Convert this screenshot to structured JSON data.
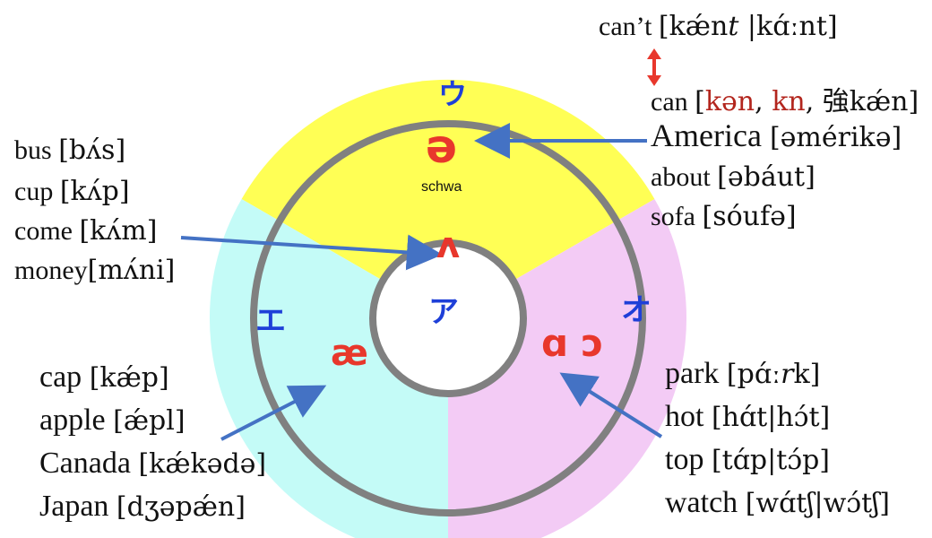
{
  "colors": {
    "schwa_region": "#ffff55",
    "ash_region": "#c4fbf7",
    "ao_region": "#f3cbf5",
    "ring": "#808080",
    "symbol": "#e8372c",
    "kana": "#1e3fd8",
    "arrow": "#4472c4",
    "highlight": "#b3261e"
  },
  "top_right": {
    "cant_word": "can’t",
    "cant_ipa_a": "[kǽn",
    "cant_ipa_t": "t",
    "cant_ipa_b": " |kɑ́ːnt]",
    "can_word": "can",
    "can_open": "[",
    "can_weak1": "kən",
    "can_sep1": ", ",
    "can_weak2": "kn",
    "can_sep2": ", ",
    "can_strong": "強kǽn]"
  },
  "schwa_words": [
    {
      "word": "America",
      "ipa": "[əmérikə]"
    },
    {
      "word": "about",
      "ipa": "[əbáut]"
    },
    {
      "word": "sofa",
      "ipa": "[sóufə]"
    }
  ],
  "wedge_words": [
    {
      "word": "bus",
      "ipa": "[bʌ́s]"
    },
    {
      "word": "cup",
      "ipa": "[kʌ́p]"
    },
    {
      "word": "come",
      "ipa": "[kʌ́m]"
    },
    {
      "word": "money",
      "ipa": "[mʌ́ni]"
    }
  ],
  "ash_words": [
    {
      "word": "cap",
      "ipa": "[kǽp]"
    },
    {
      "word": "apple",
      "ipa": "[ǽpl]"
    },
    {
      "word": "Canada",
      "ipa": "[kǽkədə]"
    },
    {
      "word": "Japan",
      "ipa": "[dʒəpǽn]"
    }
  ],
  "ao_words": [
    {
      "word": "park",
      "ipa_a": "[pɑ́ː",
      "ipa_r": "r",
      "ipa_b": "k]"
    },
    {
      "word": "hot",
      "ipa_a": "[hɑ́t|hɔ́t]",
      "ipa_r": "",
      "ipa_b": ""
    },
    {
      "word": "top",
      "ipa_a": "[tɑ́p|tɔ́p]",
      "ipa_r": "",
      "ipa_b": ""
    },
    {
      "word": "watch",
      "ipa_a": "[wɑ́tʃ|wɔ́tʃ]",
      "ipa_r": "",
      "ipa_b": ""
    }
  ],
  "symbols": {
    "schwa": "ə",
    "schwa_label": "schwa",
    "wedge": "ʌ",
    "ash": "æ",
    "ao": "ɑ ɔ"
  },
  "kana": {
    "u": "ウ",
    "a": "ア",
    "e": "エ",
    "o": "オ"
  }
}
